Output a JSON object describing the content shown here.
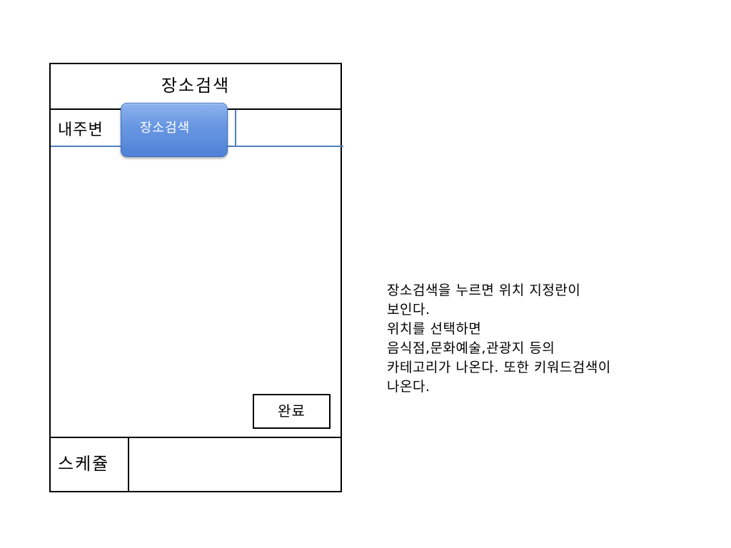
{
  "phone": {
    "header_title": "장소검색",
    "tabs": {
      "my_nearby": "내주변",
      "place_search": "장소검색"
    },
    "done_button": "완료",
    "footer_schedule": "스케쥴"
  },
  "description": {
    "lines": [
      "장소검색을 누르면 위치 지정란이",
      "보인다.",
      "위치를 선택하면",
      "음식점,문화예술,관광지 등의",
      "카테고리가 나온다. 또한 키워드검색이",
      "나온다."
    ]
  },
  "colors": {
    "active_tab": "#6a99e3",
    "tab_line": "#4f7fc0",
    "frame": "#000000"
  }
}
